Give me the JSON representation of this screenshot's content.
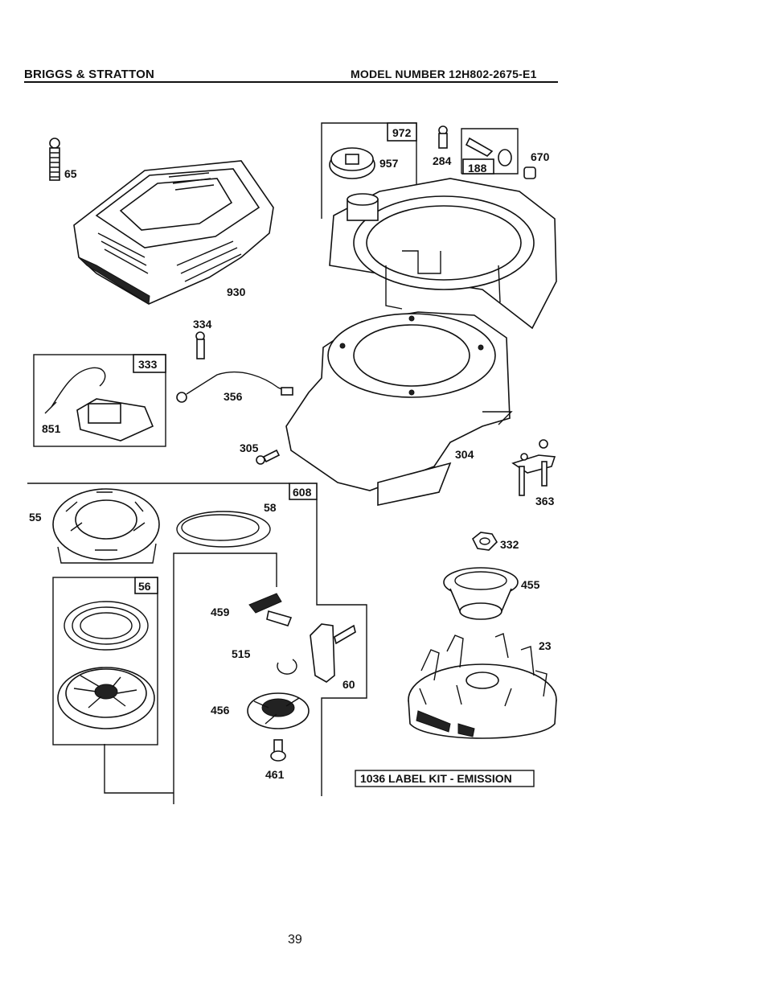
{
  "header": {
    "brand": "BRIGGS & STRATTON",
    "model": "MODEL NUMBER 12H802-2675-E1"
  },
  "parts": {
    "p65": "65",
    "p930": "930",
    "p972": "972",
    "p957": "957",
    "p284": "284",
    "p188": "188",
    "p670": "670",
    "p334": "334",
    "p333": "333",
    "p851": "851",
    "p356": "356",
    "p305": "305",
    "p304": "304",
    "p363": "363",
    "p608": "608",
    "p55": "55",
    "p58": "58",
    "p56": "56",
    "p459": "459",
    "p515": "515",
    "p60": "60",
    "p456": "456",
    "p461": "461",
    "p332": "332",
    "p455": "455",
    "p23": "23"
  },
  "label_kit": "1036 LABEL KIT - EMISSION",
  "page_number": "39"
}
